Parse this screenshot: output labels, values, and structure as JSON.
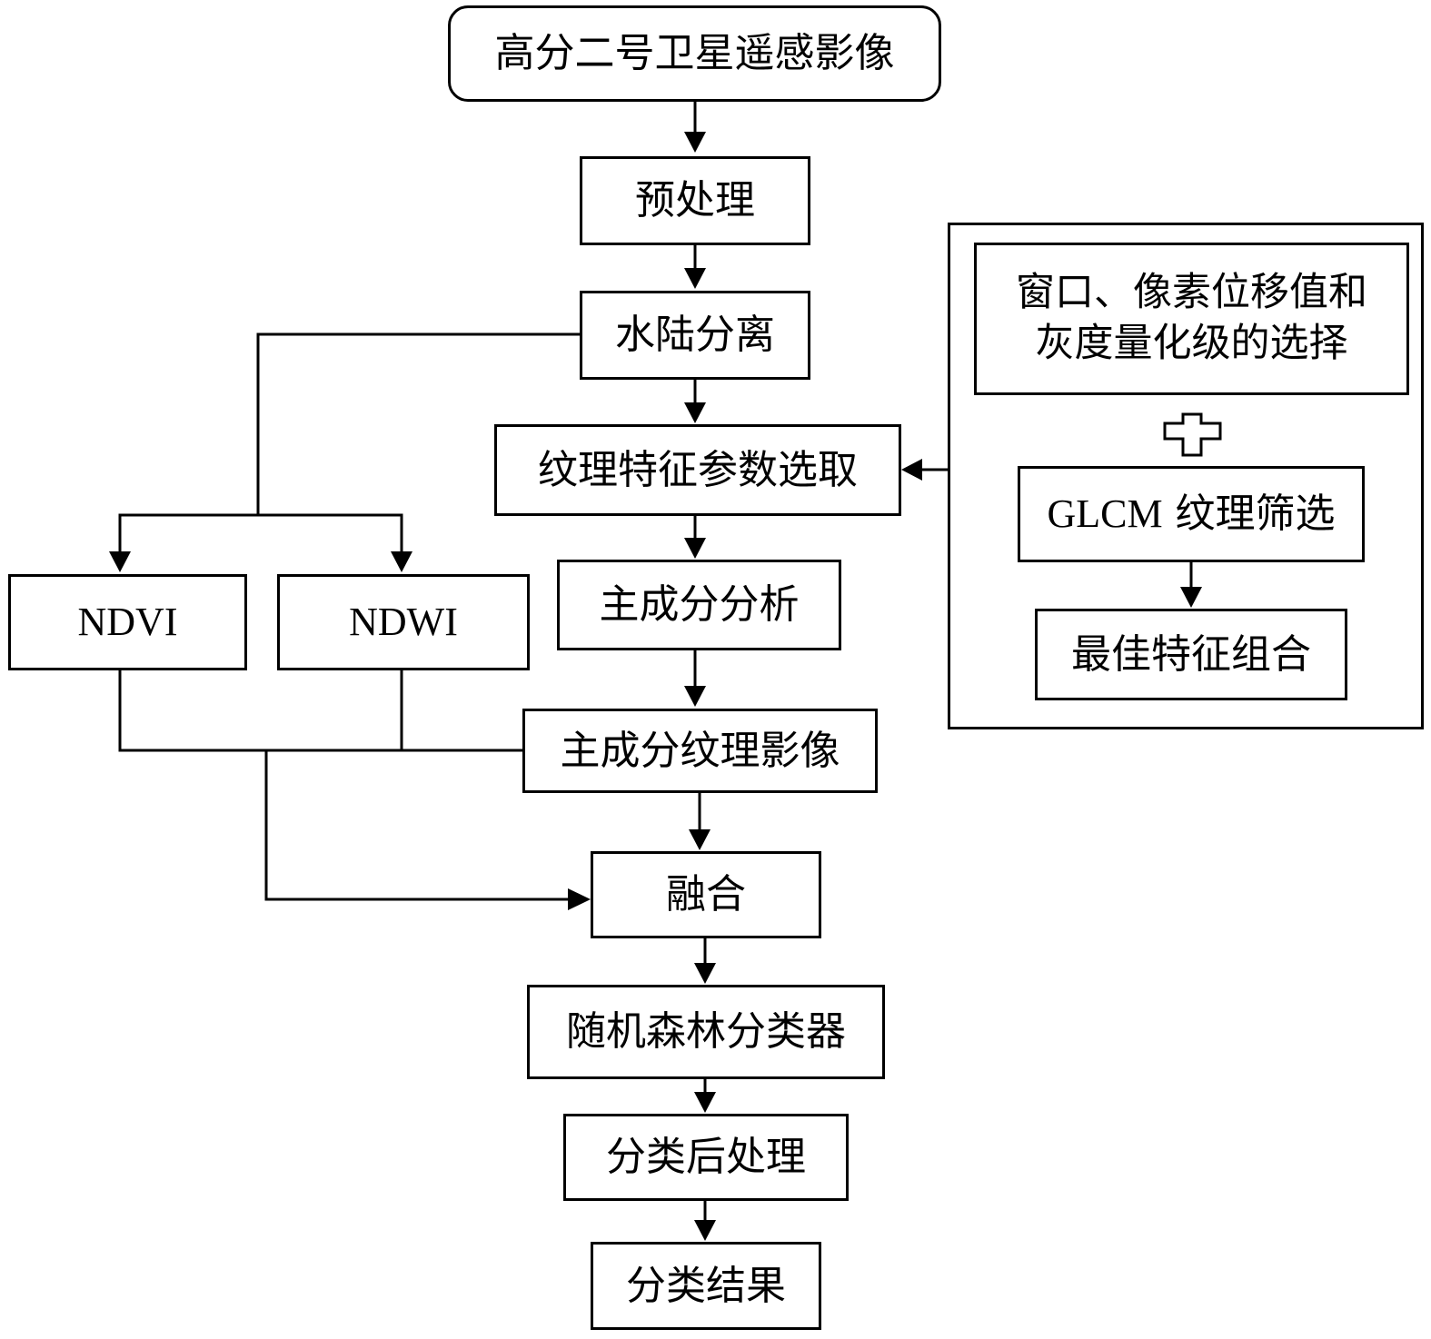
{
  "nodes": {
    "source_image": "高分二号卫星遥感影像",
    "preprocess": "预处理",
    "water_land_sep": "水陆分离",
    "texture_param_select": "纹理特征参数选取",
    "pca": "主成分分析",
    "pc_texture_image": "主成分纹理影像",
    "fusion": "融合",
    "rf_classifier": "随机森林分类器",
    "post_classification": "分类后处理",
    "result": "分类结果",
    "ndvi": "NDVI",
    "ndwi": "NDWI"
  },
  "side_panel": {
    "window_line1": "窗口、像素位移值和",
    "window_line2": "灰度量化级的选择",
    "glcm_prefix": "GLCM",
    "glcm_suffix": " 纹理筛选",
    "best_combo": "最佳特征组合"
  }
}
